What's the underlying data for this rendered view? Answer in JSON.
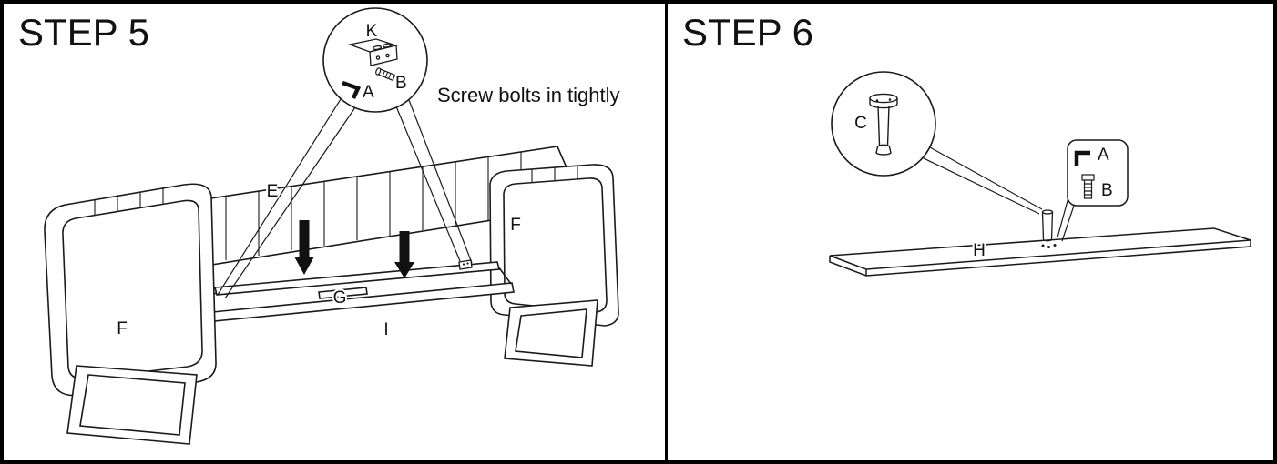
{
  "sheet": {
    "background": "#ffffff",
    "line_color": "#1a1a1a",
    "border_color": "#000000"
  },
  "step5": {
    "title": "STEP 5",
    "note": "Screw bolts in tightly",
    "labels": {
      "bracket": "K",
      "allen_key": "A",
      "bolt": "B",
      "backrest": "E",
      "left_arm": "F",
      "right_arm": "F",
      "cross_rail": "G",
      "front_rail": "I"
    }
  },
  "step6": {
    "title": "STEP 6",
    "labels": {
      "leg": "C",
      "panel": "H",
      "allen_key": "A",
      "bolt": "B"
    }
  }
}
